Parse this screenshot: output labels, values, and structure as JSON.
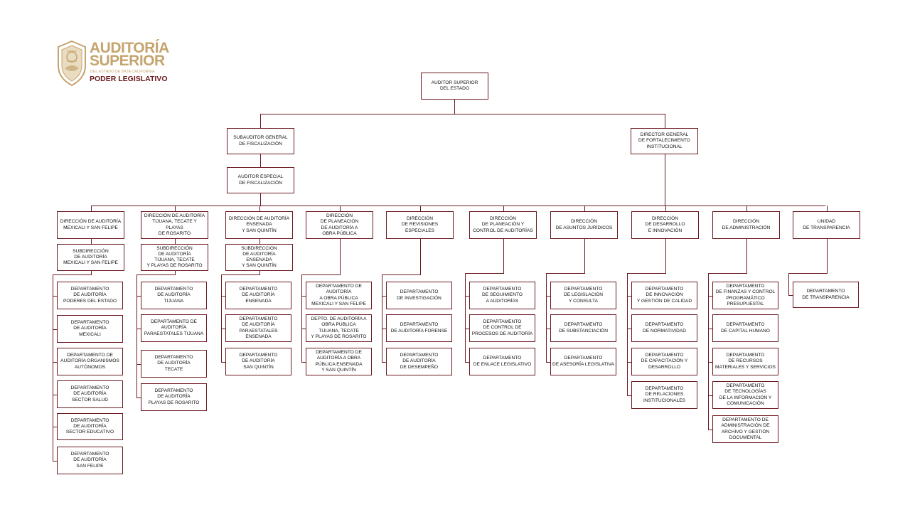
{
  "logo": {
    "word1": "AUDITORÍA",
    "word2": "SUPERIOR",
    "subtitle": "DEL ESTADO DE BAJA CALIFORNIA",
    "branch": "PODER LEGISLATIVO"
  },
  "colors": {
    "line": "#6b1a1f",
    "logo_gold": "#c5a46e",
    "logo_red": "#6b1a1f"
  },
  "org": {
    "top": "AUDITOR SUPERIOR\nDEL ESTADO",
    "subauditor": "SUBAUDITOR GENERAL\nDE FISCALIZACIÓN",
    "director_general": "DIRECTOR GENERAL\nDE FORTALECIMIENTO\nINSTITUCIONAL",
    "auditor_especial": "AUDITOR ESPECIAL\nDE FISCALIZACIÓN",
    "fiscal_directions": [
      {
        "title": "DIRECCIÓN DE AUDITORÍA\nMEXICALI Y SAN FELIPE",
        "sub": "SUBDIRECCIÓN\nDE AUDITORÍA\nMEXICALI Y SAN FELIPE",
        "depts": [
          "DEPARTAMENTO\nDE AUDITORÍA\nPODERES DEL ESTADO",
          "DEPARTAMENTO\nDE AUDITORÍA\nMEXICALI",
          "DEPARTAMENTO DE\nAUDITORÍA ORGANISMOS\nAUTÓNOMOS",
          "DEPARTAMENTO\nDE AUDITORÍA\nSECTOR SALUD",
          "DEPARTAMENTO\nDE AUDITORÍA\nSECTOR EDUCATIVO",
          "DEPARTAMENTO\nDE AUDITORÍA\nSAN FELIPE"
        ]
      },
      {
        "title": "DIRECCIÓN DE AUDITORÍA\nTIJUANA, TECATE Y PLAYAS\nDE ROSARITO",
        "sub": "SUBDIRECCIÓN\nDE AUDITORÍA\nTIJUANA, TECATE\nY PLAYAS DE ROSARITO",
        "depts": [
          "DEPARTAMENTO\nDE AUDITORÍA\nTIJUANA",
          "DEPARTAMENTO DE\nAUDITORÍA\nPARAESTATALES TIJUANA",
          "DEPARTAMENTO\nDE AUDITORÍA\nTECATE",
          "DEPARTAMENTO\nDE AUDITORÍA\nPLAYAS DE ROSARITO"
        ]
      },
      {
        "title": "DIRECCIÓN DE AUDITORÍA\nENSENADA\nY SAN QUINTÍN",
        "sub": "SUBDIRECCIÓN\nDE AUDITORÍA\nENSENADA\nY SAN QUINTÍN",
        "depts": [
          "DEPARTAMENTO\nDE AUDITORÍA\nENSENADA",
          "DEPARTAMENTO\nDE AUDITORÍA\nPARAESTATALES\nENSENADA",
          "DEPARTAMENTO\nDE AUDITORÍA\nSAN QUINTÍN"
        ]
      },
      {
        "title": "DIRECCIÓN\nDE PLANEACIÓN\nDE AUDITORÍA A\nOBRA PÚBLICA",
        "sub": "",
        "depts": [
          "DEPARTAMENTO DE\nAUDITORÍA\nA OBRA PÚBLICA\nMEXICALI Y SAN FELIPE",
          "DEPTO. DE AUDITORÍA A\nOBRA PÚBLICA\nTIJUANA, TECATE\nY PLAYAS DE ROSARITO",
          "DEPARTAMENTO DE\nAUDITORÍA A OBRA\nPÚBLICA ENSENADA\nY SAN QUINTÍN"
        ]
      },
      {
        "title": "DIRECCIÓN\nDE REVISIONES ESPECIALES",
        "sub": "",
        "depts": [
          "DEPARTAMENTO\nDE INVESTIGACIÓN",
          "DEPARTAMENTO\nDE AUDITORÍA FORENSE",
          "DEPARTAMENTO\nDE AUDITORÍA\nDE DESEMPEÑO"
        ]
      }
    ],
    "inst_directions": [
      {
        "title": "DIRECCIÓN\nDE PLANEACIÓN Y\nCONTROL DE AUDITORÍAS",
        "depts": [
          "DEPARTAMENTO\nDE SEGUIMIENTO\nA AUDITORÍAS",
          "DEPARTAMENTO\nDE CONTROL DE\nPROCESOS DE AUDITORÍA",
          "DEPARTAMENTO\nDE ENLACE LEGISLATIVO"
        ]
      },
      {
        "title": "DIRECCIÓN\nDE ASUNTOS JURÍDICOS",
        "depts": [
          "DEPARTAMENTO\nDE LEGISLACIÓN\nY CONSULTA",
          "DEPARTAMENTO\nDE SUBSTANCIACIÓN",
          "DEPARTAMENTO\nDE ASESORÍA LEGISLATIVA"
        ]
      },
      {
        "title": "DIRECCIÓN\nDE DESARROLLO\nE INNOVACIÓN",
        "depts": [
          "DEPARTAMENTO\nDE INNOVACIÓN\nY GESTIÓN DE CALIDAD",
          "DEPARTAMENTO\nDE NORMATIVIDAD",
          "DEPARTAMENTO\nDE CAPACITACIÓN Y\nDESARROLLO",
          "DEPARTAMENTO\nDE RELACIONES\nINSTITUCIONALES"
        ]
      },
      {
        "title": "DIRECCIÓN\nDE ADMINISTRACIÓN",
        "depts": [
          "DEPARTAMENTO\nDE FINANZAS Y CONTROL\nPROGRAMÁTICO\nPRESUPUESTAL",
          "DEPARTAMENTO\nDE CAPITAL HUMANO",
          "DEPARTAMENTO\nDE RECURSOS\nMATERIALES Y SERVICIOS",
          "DEPARTAMENTO\nDE TECNOLOGÍAS\nDE LA INFORMACIÓN Y\nCOMUNICACIÓN",
          "DEPARTAMENTO DE\nADMINISTRACIÓN DE\nARCHIVO Y GESTIÓN\nDOCUMENTAL"
        ]
      },
      {
        "title": "UNIDAD\nDE TRANSPARENCIA",
        "depts": [
          "DEPARTAMENTO\nDE TRANSPARENCIA"
        ]
      }
    ]
  }
}
